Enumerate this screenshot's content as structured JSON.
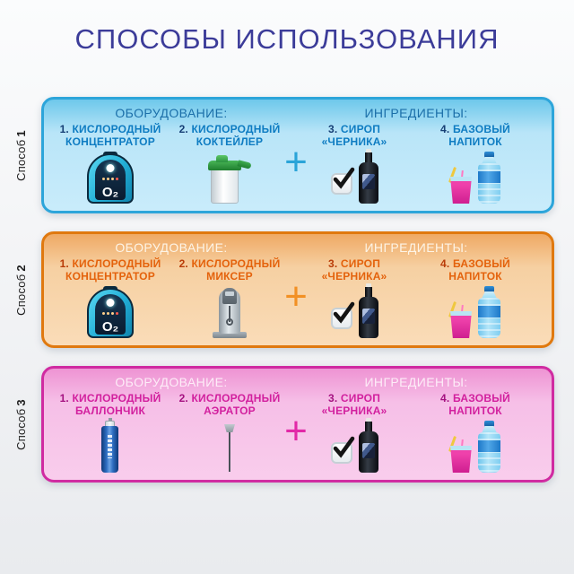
{
  "title": "СПОСОБЫ ИСПОЛЬЗОВАНИЯ",
  "title_color": "#3c3c99",
  "o2_label": "O₂",
  "panels": [
    {
      "side_label": "Способ",
      "side_number": "1",
      "equipment_header": "ОБОРУДОВАНИЕ:",
      "ingredients_header": "ИНГРЕДИЕНТЫ:",
      "plus": "+",
      "accent_color": "#2da5da",
      "items": [
        {
          "number": "1.",
          "name_line1": "КИСЛОРОДНЫЙ",
          "name_line2": "КОНЦЕНТРАТОР",
          "icon": "oxygen-concentrator-icon"
        },
        {
          "number": "2.",
          "name_line1": "КИСЛОРОДНЫЙ",
          "name_line2": "КОКТЕЙЛЕР",
          "icon": "oxygen-cocktailer-icon"
        },
        {
          "number": "3.",
          "name_line1": "СИРОП",
          "name_line2": "«ЧЕРНИКА»",
          "icon": "checked-checkbox-and-syrup-bottle-icon"
        },
        {
          "number": "4.",
          "name_line1": "БАЗОВЫЙ",
          "name_line2": "НАПИТОК",
          "icon": "drink-glass-and-water-bottle-icon"
        }
      ]
    },
    {
      "side_label": "Способ",
      "side_number": "2",
      "equipment_header": "ОБОРУДОВАНИЕ:",
      "ingredients_header": "ИНГРЕДИЕНТЫ:",
      "plus": "+",
      "accent_color": "#e0790f",
      "items": [
        {
          "number": "1.",
          "name_line1": "КИСЛОРОДНЫЙ",
          "name_line2": "КОНЦЕНТРАТОР",
          "icon": "oxygen-concentrator-icon"
        },
        {
          "number": "2.",
          "name_line1": "КИСЛОРОДНЫЙ",
          "name_line2": "МИКСЕР",
          "icon": "oxygen-mixer-icon"
        },
        {
          "number": "3.",
          "name_line1": "СИРОП",
          "name_line2": "«ЧЕРНИКА»",
          "icon": "checked-checkbox-and-syrup-bottle-icon"
        },
        {
          "number": "4.",
          "name_line1": "БАЗОВЫЙ",
          "name_line2": "НАПИТОК",
          "icon": "drink-glass-and-water-bottle-icon"
        }
      ]
    },
    {
      "side_label": "Способ",
      "side_number": "3",
      "equipment_header": "ОБОРУДОВАНИЕ:",
      "ingredients_header": "ИНГРЕДИЕНТЫ:",
      "plus": "+",
      "accent_color": "#d02ba1",
      "items": [
        {
          "number": "1.",
          "name_line1": "КИСЛОРОДНЫЙ",
          "name_line2": "БАЛЛОНЧИК",
          "icon": "oxygen-spray-can-icon"
        },
        {
          "number": "2.",
          "name_line1": "КИСЛОРОДНЫЙ",
          "name_line2": "АЭРАТОР",
          "icon": "oxygen-aerator-icon"
        },
        {
          "number": "3.",
          "name_line1": "СИРОП",
          "name_line2": "«ЧЕРНИКА»",
          "icon": "checked-checkbox-and-syrup-bottle-icon"
        },
        {
          "number": "4.",
          "name_line1": "БАЗОВЫЙ",
          "name_line2": "НАПИТОК",
          "icon": "drink-glass-and-water-bottle-icon"
        }
      ]
    }
  ]
}
